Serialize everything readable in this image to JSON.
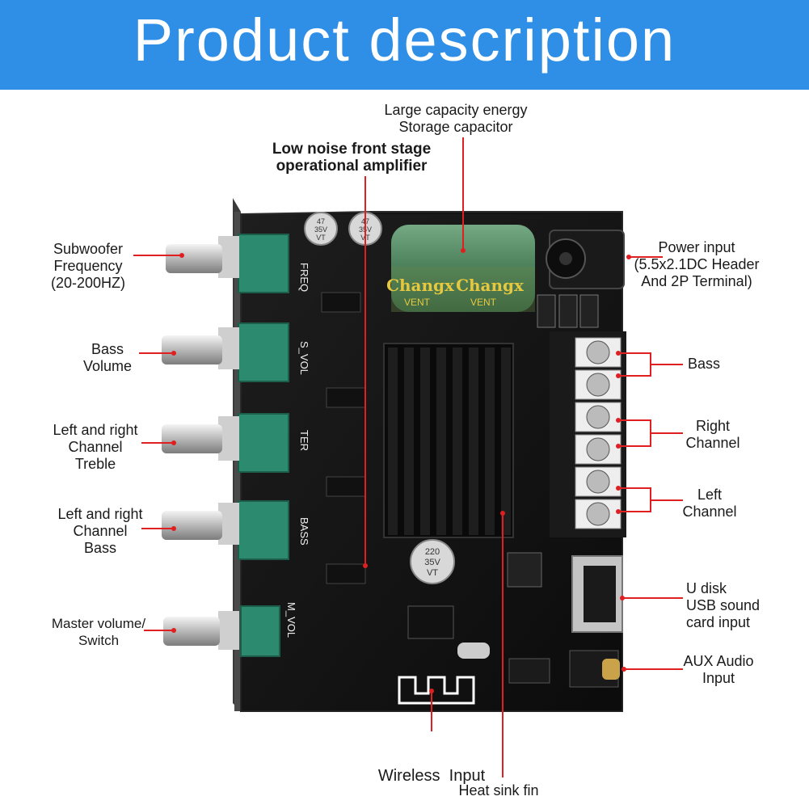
{
  "banner": {
    "title": "Product description",
    "color": "#2f8fe6"
  },
  "accent_color": "#e02020",
  "board": {
    "capacitor_brand": "Changx",
    "capacitor_vent": "VENT",
    "small_cap_text": [
      "47",
      "35V",
      "VT"
    ],
    "large_small_cap_text": [
      "220",
      "35V",
      "VT"
    ],
    "silk_labels": [
      "FREQ",
      "S_VOL",
      "TER",
      "BASS",
      "M_VOL"
    ]
  },
  "labels": {
    "storage_capacitor": [
      "Large capacity energy",
      "Storage capacitor"
    ],
    "op_amp": [
      "Low noise front stage",
      "operational amplifier"
    ],
    "subwoofer": [
      "Subwoofer",
      "Frequency",
      "(20-200HZ)"
    ],
    "power": [
      "Power input",
      "(5.5x2.1DC Header",
      "And 2P Terminal)"
    ],
    "bass_volume": [
      "Bass",
      "Volume"
    ],
    "bass_out": [
      "Bass"
    ],
    "treble": [
      "Left and right",
      "Channel",
      "Treble"
    ],
    "right_channel": [
      "Right",
      "Channel"
    ],
    "lr_bass": [
      "Left and right",
      "Channel",
      "Bass"
    ],
    "left_channel": [
      "Left",
      "Channel"
    ],
    "usb": [
      "U disk",
      "USB sound",
      "card input"
    ],
    "master": [
      "Master volume/",
      "Switch"
    ],
    "aux": [
      "AUX Audio",
      "Input"
    ],
    "wireless": [
      "Wireless  Input"
    ],
    "heatsink": [
      "Heat sink fin"
    ]
  }
}
